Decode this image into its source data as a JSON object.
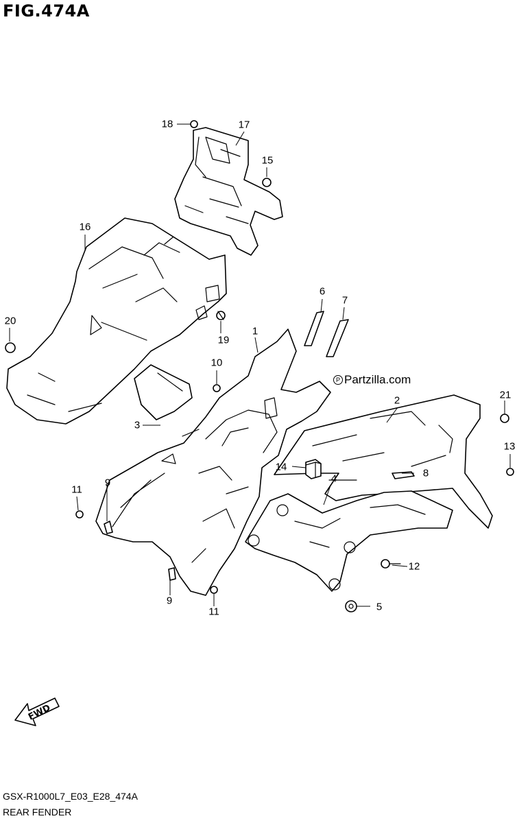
{
  "figure": {
    "title": "FIG.474A",
    "code": "GSX-R1000L7_E03_E28_474A",
    "name": "REAR FENDER",
    "watermark": "Partzilla.com",
    "fwd_label": "FWD"
  },
  "callouts": {
    "c1": "1",
    "c2": "2",
    "c3": "3",
    "c4": "4",
    "c5": "5",
    "c6": "6",
    "c7": "7",
    "c8": "8",
    "c9a": "9",
    "c9b": "9",
    "c10": "10",
    "c11a": "11",
    "c11b": "11",
    "c12": "12",
    "c13": "13",
    "c14": "14",
    "c15": "15",
    "c16": "16",
    "c17": "17",
    "c18": "18",
    "c19": "19",
    "c20": "20",
    "c21": "21"
  }
}
